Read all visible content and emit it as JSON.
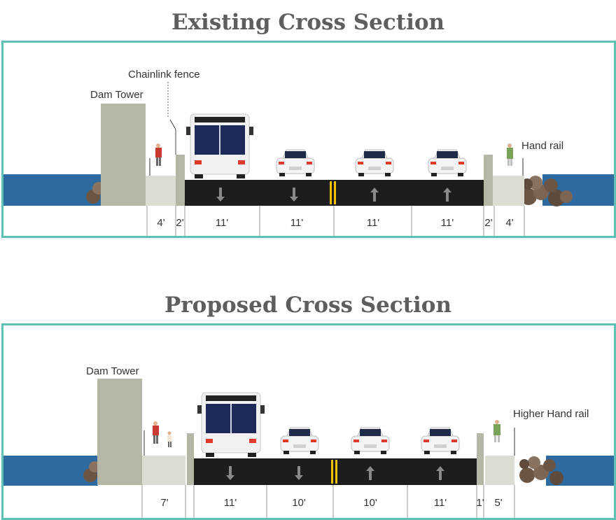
{
  "titles": {
    "existing": "Existing Cross Section",
    "proposed": "Proposed Cross Section"
  },
  "existing": {
    "labels": {
      "dam_tower": "Dam Tower",
      "fence": "Chainlink fence",
      "hand_rail": "Hand rail"
    },
    "widths": [
      "4'",
      "2'",
      "11'",
      "11'",
      "11'",
      "11'",
      "2'",
      "4'"
    ]
  },
  "proposed": {
    "labels": {
      "dam_tower": "Dam Tower",
      "hand_rail": "Higher Hand rail"
    },
    "widths": [
      "7'",
      "11'",
      "10'",
      "10'",
      "11'",
      "1'",
      "5'"
    ]
  },
  "colors": {
    "border": "#5ec1b6",
    "water": "#2d6aa0",
    "road": "#1d1d1d",
    "concrete": "#b5b6a6",
    "centerline": "#f2c200",
    "title": "#5e5e5e"
  },
  "icons": [
    "bus-icon",
    "car-icon",
    "pedestrian-icon",
    "arrow-down-icon",
    "arrow-up-icon",
    "rock-icon"
  ]
}
